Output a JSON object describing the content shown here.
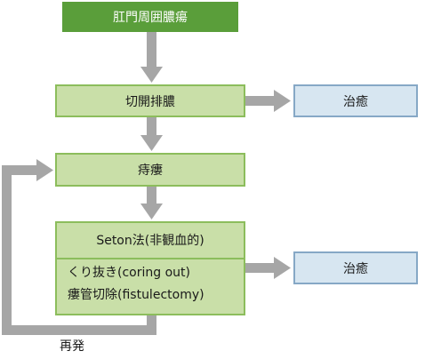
{
  "nodes": {
    "perianal_abscess": "肛門周囲膿瘍",
    "incision_drainage": "切開排膿",
    "cure_1": "治癒",
    "anal_fistula": "痔瘻",
    "seton": "Seton法(非観血的)",
    "coring_out": "くり抜き(coring out)",
    "fistulectomy": "瘻管切除(fistulectomy)",
    "cure_2": "治癒"
  },
  "recurrence_label": "再発",
  "colors": {
    "top_fill": "#5a9e3a",
    "green_fill": "#c9dfa8",
    "green_border": "#8cbd5c",
    "blue_fill": "#d7e6f1",
    "blue_border": "#86a8c6",
    "arrow": "#a6a6a6"
  }
}
